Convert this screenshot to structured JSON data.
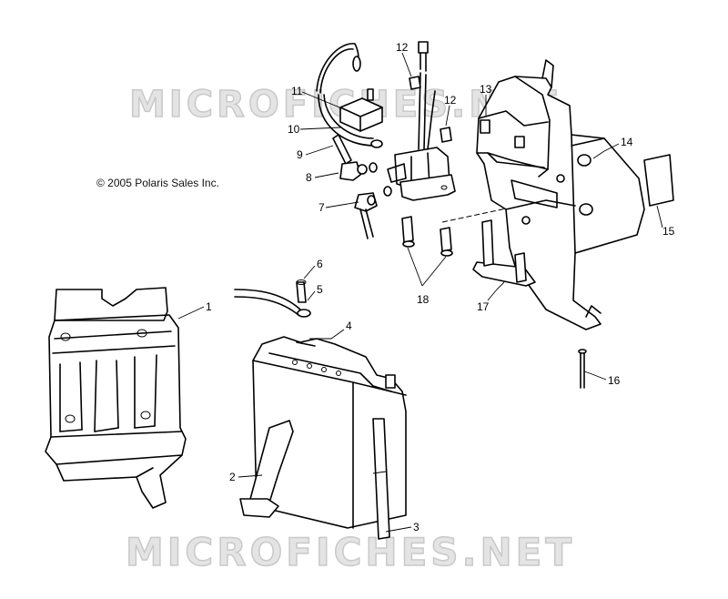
{
  "copyright": "© 2005 Polaris Sales Inc.",
  "watermark": "MICROFICHES.NET",
  "callouts": [
    "1",
    "2",
    "3",
    "4",
    "5",
    "6",
    "7",
    "8",
    "9",
    "10",
    "11",
    "12",
    "12",
    "13",
    "14",
    "15",
    "16",
    "17",
    "18"
  ]
}
